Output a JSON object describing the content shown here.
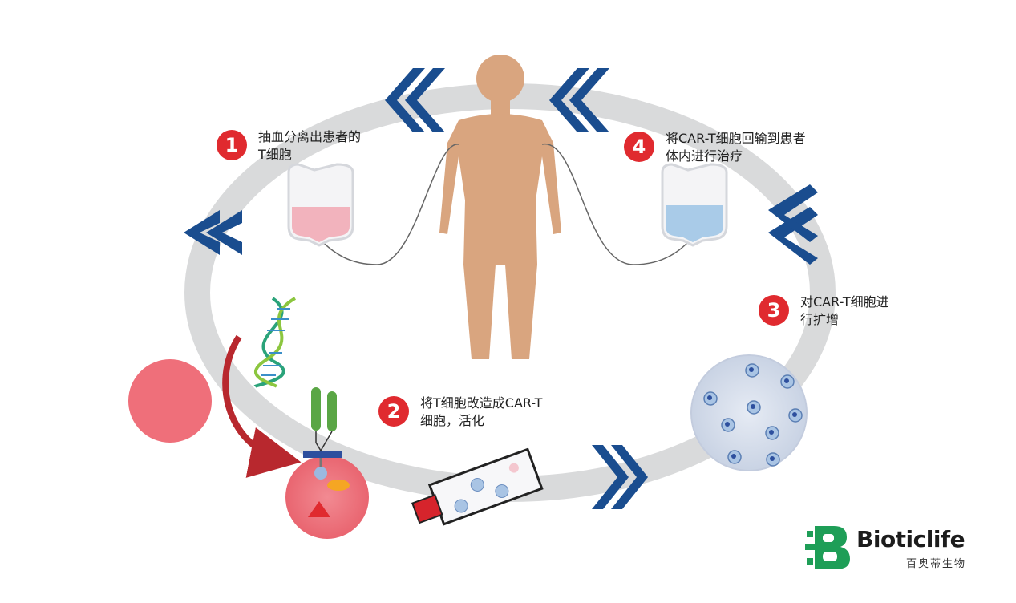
{
  "steps": [
    {
      "number": "1",
      "text": "抽血分离出患者的\nT细胞"
    },
    {
      "number": "2",
      "text": "将T细胞改造成CAR-T\n细胞，活化"
    },
    {
      "number": "3",
      "text": "对CAR-T细胞进\n行扩增"
    },
    {
      "number": "4",
      "text": "将CAR-T细胞回输到患者\n体内进行治疗"
    }
  ],
  "logo": {
    "name": "Bioticlife",
    "subtitle": "百奥蒂生物"
  },
  "colors": {
    "accent_red": "#e02a2f",
    "arrow_blue": "#1a4d8f",
    "ring_gray": "#d9dadb",
    "body_skin": "#d9a57f",
    "logo_green": "#1e9e57"
  }
}
